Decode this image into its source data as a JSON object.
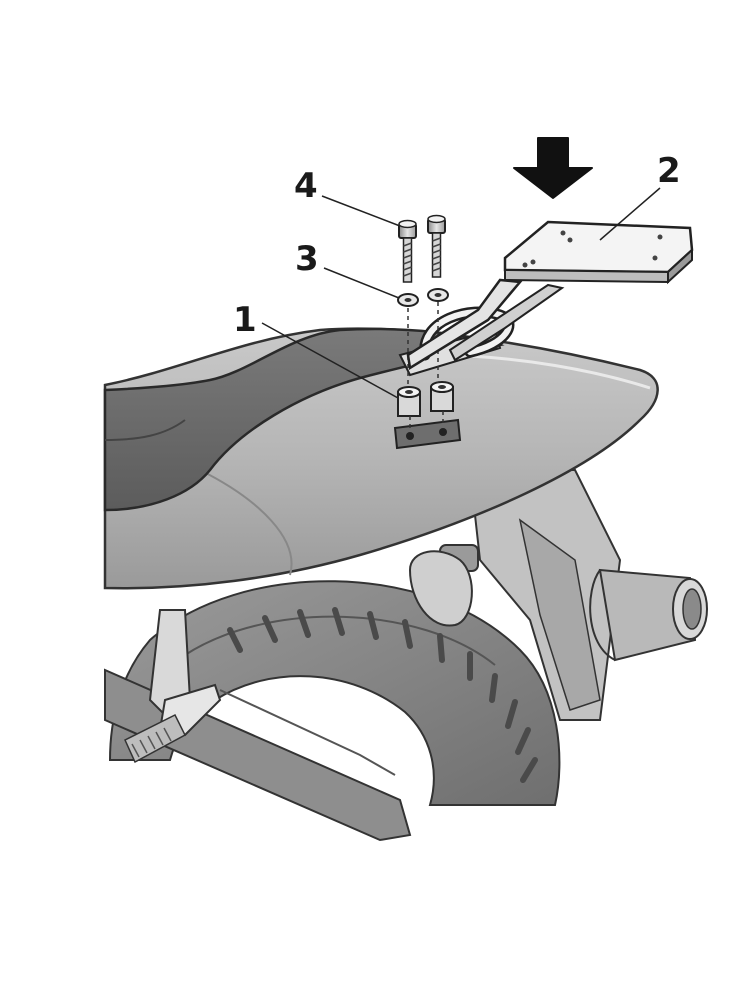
{
  "callouts": [
    {
      "label": "1",
      "part": "spacer"
    },
    {
      "label": "2",
      "part": "rear rack plate"
    },
    {
      "label": "3",
      "part": "washer"
    },
    {
      "label": "4",
      "part": "bolt"
    }
  ],
  "install_direction": "down"
}
